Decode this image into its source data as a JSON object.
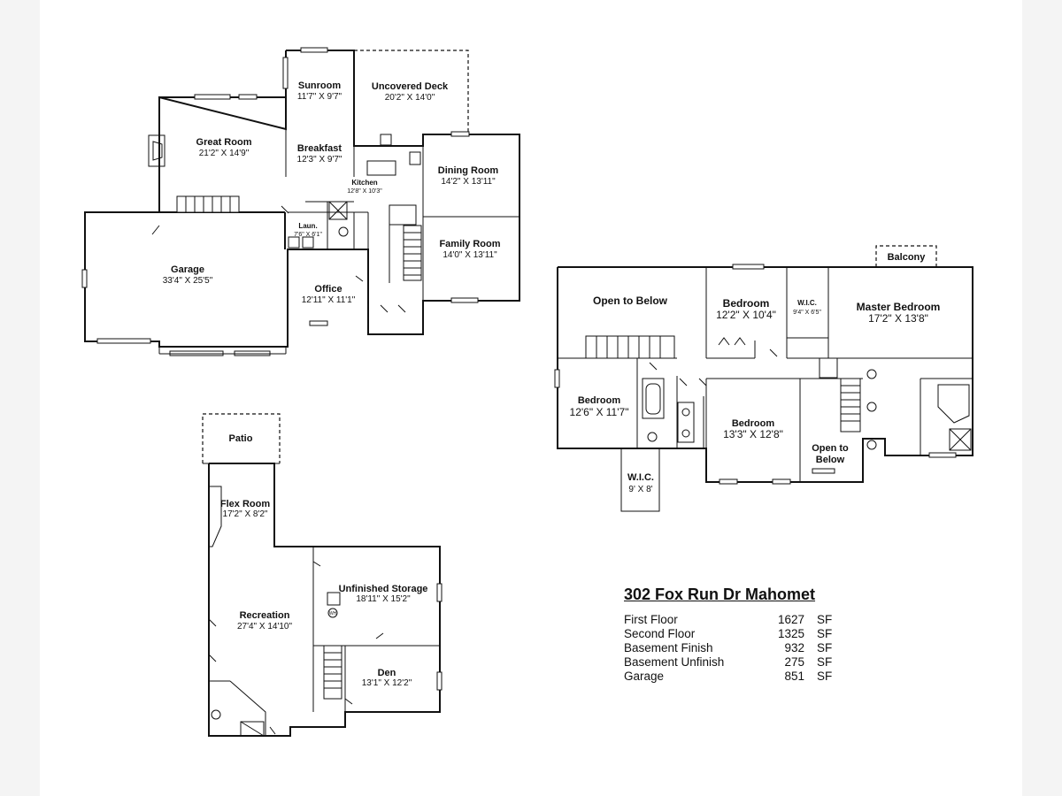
{
  "floor1": {
    "rooms": {
      "sunroom": {
        "name": "Sunroom",
        "dims": "11'7\" X 9'7\""
      },
      "deck": {
        "name": "Uncovered Deck",
        "dims": "20'2\" X 14'0\""
      },
      "great": {
        "name": "Great Room",
        "dims": "21'2\" X 14'9\""
      },
      "breakfast": {
        "name": "Breakfast",
        "dims": "12'3\" X 9'7\""
      },
      "kitchen": {
        "name": "Kitchen",
        "dims": "12'8\" X 10'3\""
      },
      "dining": {
        "name": "Dining Room",
        "dims": "14'2\" X 13'11\""
      },
      "family": {
        "name": "Family Room",
        "dims": "14'0\" X 13'11\""
      },
      "laundry": {
        "name": "Laun.",
        "dims": "7'6\" X 6'1\""
      },
      "garage": {
        "name": "Garage",
        "dims": "33'4\" X 25'5\""
      },
      "office": {
        "name": "Office",
        "dims": "12'11\" X 11'1\""
      }
    }
  },
  "floor2": {
    "rooms": {
      "balcony": {
        "name": "Balcony"
      },
      "open1": {
        "name": "Open to Below"
      },
      "bed1": {
        "name": "Bedroom",
        "dims": "12'2\" X 10'4\""
      },
      "wic1": {
        "name": "W.I.C.",
        "dims": "9'4\" X 6'5\""
      },
      "master": {
        "name": "Master Bedroom",
        "dims": "17'2\" X 13'8\""
      },
      "bed2": {
        "name": "Bedroom",
        "dims": "12'6\" X 11'7\""
      },
      "bed3": {
        "name": "Bedroom",
        "dims": "13'3\" X 12'8\""
      },
      "open2a": {
        "name": "Open to"
      },
      "open2b": {
        "name": "Below"
      },
      "wic2": {
        "name": "W.I.C.",
        "dims": "9' X 8'"
      }
    }
  },
  "basement": {
    "rooms": {
      "patio": {
        "name": "Patio"
      },
      "flex": {
        "name": "Flex Room",
        "dims": "17'2\" X 8'2\""
      },
      "storage": {
        "name": "Unfinished Storage",
        "dims": "18'11\" X 15'2\""
      },
      "recreation": {
        "name": "Recreation",
        "dims": "27'4\" X 14'10\""
      },
      "den": {
        "name": "Den",
        "dims": "13'1\" X 12'2\""
      }
    },
    "symbol": "WH"
  },
  "summary": {
    "title": "302 Fox Run Dr Mahomet",
    "rows": [
      {
        "label": "First Floor",
        "value": "1627",
        "unit": "SF"
      },
      {
        "label": "Second Floor",
        "value": "1325",
        "unit": "SF"
      },
      {
        "label": "Basement Finish",
        "value": "932",
        "unit": "SF"
      },
      {
        "label": "Basement Unfinish",
        "value": "275",
        "unit": "SF"
      },
      {
        "label": "Garage",
        "value": "851",
        "unit": "SF"
      }
    ]
  }
}
